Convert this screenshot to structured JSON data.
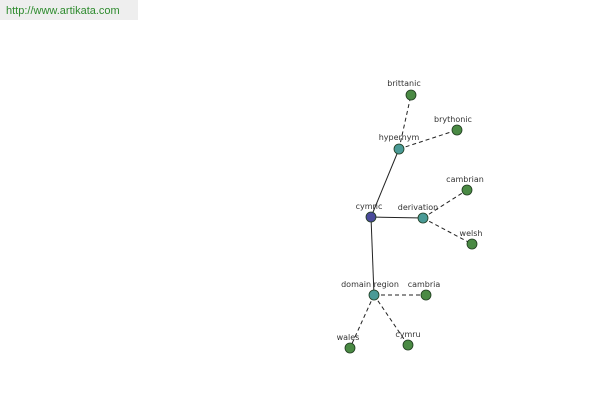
{
  "header": {
    "url": "http://www.artikata.com"
  },
  "colors": {
    "root": "#4a4a9a",
    "relation": "#4a9a96",
    "leaf": "#4a8a44",
    "edge": "#222222"
  },
  "graph": {
    "nodes": [
      {
        "id": "cymric",
        "label": "cymric",
        "kind": "root"
      },
      {
        "id": "hypernym",
        "label": "hypernym",
        "kind": "relation"
      },
      {
        "id": "derivation",
        "label": "derivation",
        "kind": "relation"
      },
      {
        "id": "domain_region",
        "label": "domain region",
        "kind": "relation"
      },
      {
        "id": "brittanic",
        "label": "brittanic",
        "kind": "leaf"
      },
      {
        "id": "brythonic",
        "label": "brythonic",
        "kind": "leaf"
      },
      {
        "id": "cambrian",
        "label": "cambrian",
        "kind": "leaf"
      },
      {
        "id": "welsh",
        "label": "welsh",
        "kind": "leaf"
      },
      {
        "id": "cambria",
        "label": "cambria",
        "kind": "leaf"
      },
      {
        "id": "wales",
        "label": "wales",
        "kind": "leaf"
      },
      {
        "id": "cymru",
        "label": "cymru",
        "kind": "leaf"
      }
    ],
    "edges": [
      {
        "from": "cymric",
        "to": "hypernym",
        "style": "solid"
      },
      {
        "from": "cymric",
        "to": "derivation",
        "style": "solid"
      },
      {
        "from": "cymric",
        "to": "domain_region",
        "style": "solid"
      },
      {
        "from": "hypernym",
        "to": "brittanic",
        "style": "dashed"
      },
      {
        "from": "hypernym",
        "to": "brythonic",
        "style": "dashed"
      },
      {
        "from": "derivation",
        "to": "cambrian",
        "style": "dashed"
      },
      {
        "from": "derivation",
        "to": "welsh",
        "style": "dashed"
      },
      {
        "from": "domain_region",
        "to": "cambria",
        "style": "dashed"
      },
      {
        "from": "domain_region",
        "to": "wales",
        "style": "dashed"
      },
      {
        "from": "domain_region",
        "to": "cymru",
        "style": "dashed"
      }
    ]
  }
}
